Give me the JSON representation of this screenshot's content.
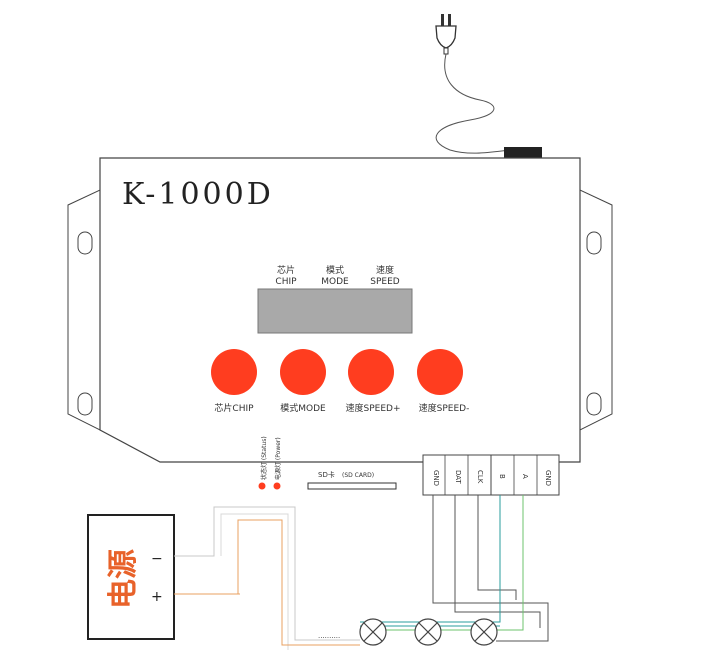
{
  "device": {
    "model": "K-1000D",
    "display_labels": [
      {
        "zh": "芯片",
        "en": "CHIP"
      },
      {
        "zh": "模式",
        "en": "MODE"
      },
      {
        "zh": "速度",
        "en": "SPEED"
      }
    ],
    "buttons": [
      {
        "label": "芯片CHIP"
      },
      {
        "label": "模式MODE"
      },
      {
        "label": "速度SPEED+"
      },
      {
        "label": "速度SPEED-"
      }
    ],
    "button_color": "#ff3d1f",
    "indicators": [
      {
        "label": "状态灯 (Status)"
      },
      {
        "label": "电源灯 (Power)"
      }
    ],
    "sd_card": {
      "label_main": "SD卡",
      "label_sub": "(SD CARD)"
    },
    "terminals_left": [
      "GND",
      "DAT",
      "CLK"
    ],
    "terminals_right": [
      "B",
      "A",
      "GND"
    ]
  },
  "power_supply": {
    "label": "电源",
    "minus": "−",
    "plus": "+",
    "label_color": "#e8622a"
  },
  "wire_colors": {
    "neg": "#c8c8c8",
    "pos": "#e8a060",
    "signal": "#555555",
    "teal": "#2a9c9c",
    "green": "#6cc36c"
  },
  "leds": {
    "ellipsis": "..........",
    "count": 3
  }
}
